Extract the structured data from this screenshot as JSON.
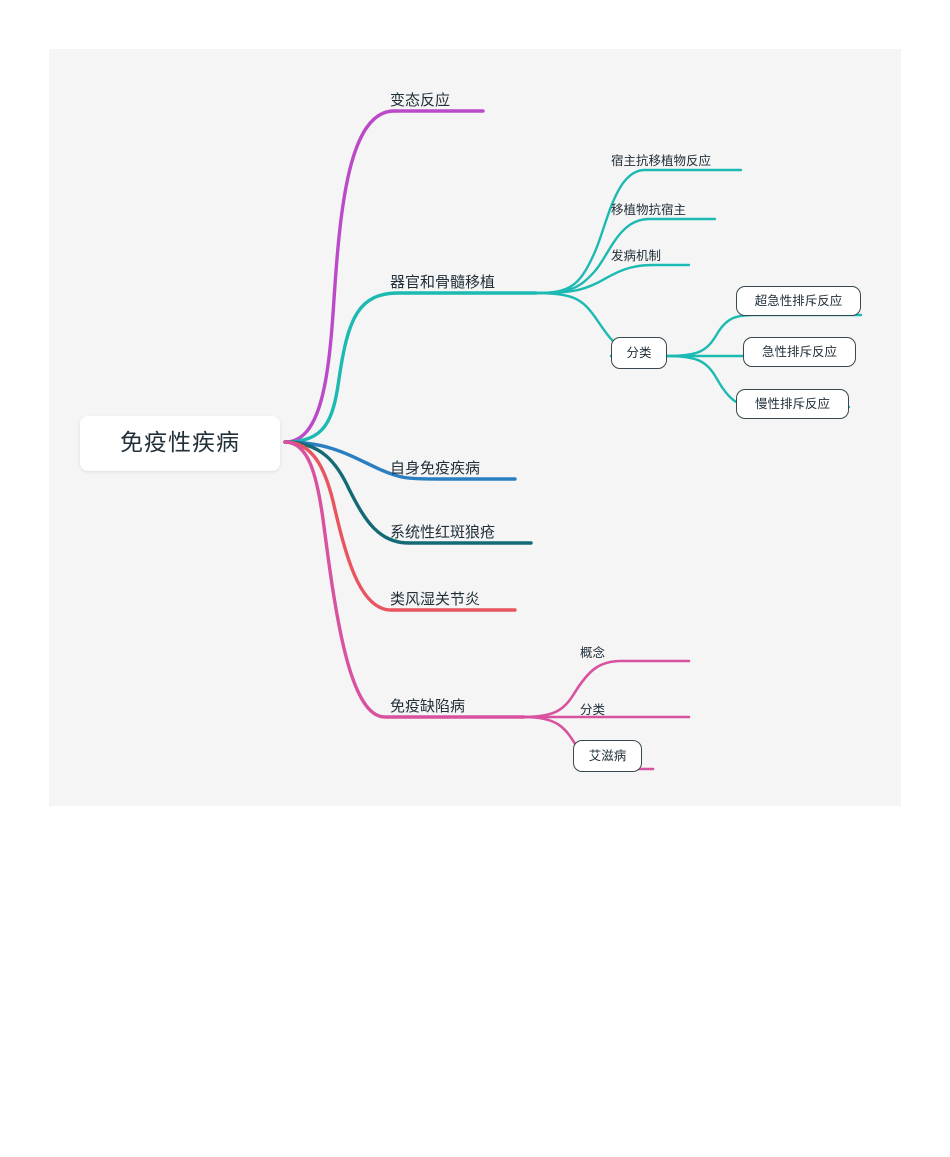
{
  "canvas": {
    "background_color": "#f5f5f5",
    "page_background_color": "#ffffff"
  },
  "mindmap": {
    "root": {
      "label": "免疫性疾病",
      "text_color": "#22303a",
      "fill_color": "#ffffff"
    },
    "branches": [
      {
        "id": "allergy",
        "label": "变态反应",
        "color": "#bb4ac9",
        "children": []
      },
      {
        "id": "transplant",
        "label": "器官和骨髓移植",
        "color": "#1cbab2",
        "children": [
          {
            "id": "hvg",
            "label": "宿主抗移植物反应",
            "color": "#1cbab2",
            "style": "underline"
          },
          {
            "id": "gvh",
            "label": "移植物抗宿主",
            "color": "#1cbab2",
            "style": "underline"
          },
          {
            "id": "mechanism",
            "label": "发病机制",
            "color": "#1cbab2",
            "style": "underline"
          },
          {
            "id": "classification",
            "label": "分类",
            "color": "#1cbab2",
            "style": "box",
            "children": [
              {
                "id": "hyperacute",
                "label": "超急性排斥反应",
                "color": "#1cbab2",
                "style": "box"
              },
              {
                "id": "acute",
                "label": "急性排斥反应",
                "color": "#1cbab2",
                "style": "box"
              },
              {
                "id": "chronic",
                "label": "慢性排斥反应",
                "color": "#1cbab2",
                "style": "box"
              }
            ]
          }
        ]
      },
      {
        "id": "autoimmune",
        "label": "自身免疫疾病",
        "color": "#2a7fc1",
        "children": []
      },
      {
        "id": "sle",
        "label": "系统性红斑狼疮",
        "color": "#146a74",
        "children": []
      },
      {
        "id": "ra",
        "label": "类风湿关节炎",
        "color": "#e8545f",
        "children": []
      },
      {
        "id": "immunodeficiency",
        "label": "免疫缺陷病",
        "color": "#d8529f",
        "children": [
          {
            "id": "concept",
            "label": "概念",
            "color": "#d8529f",
            "style": "underline"
          },
          {
            "id": "idclass",
            "label": "分类",
            "color": "#d8529f",
            "style": "underline"
          },
          {
            "id": "aids",
            "label": "艾滋病",
            "color": "#d8529f",
            "style": "box"
          }
        ]
      }
    ]
  }
}
